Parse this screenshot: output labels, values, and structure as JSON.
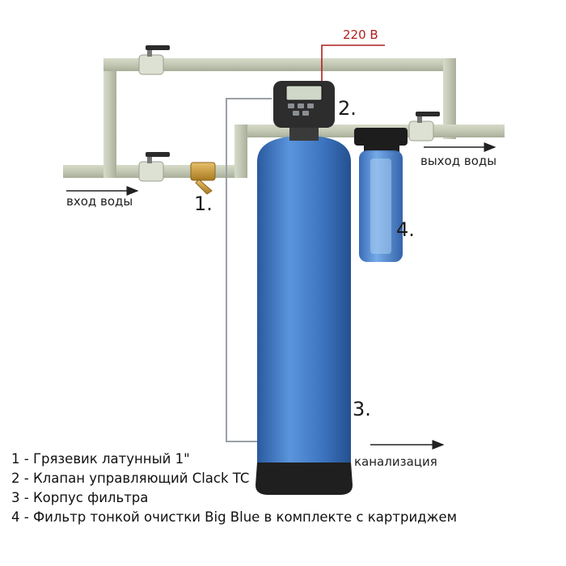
{
  "labels": {
    "power": "220 В",
    "water_in": "вход воды",
    "water_out": "выход воды",
    "drain": "канализация"
  },
  "markers": [
    "1.",
    "2.",
    "3.",
    "4."
  ],
  "legend": [
    "1 - Грязевик латунный 1\"",
    "2 - Клапан управляющий Clack TC",
    "3 - Корпус фильтра",
    "4 - Фильтр тонкой очистки Big Blue в комплекте с картриджем"
  ],
  "colors": {
    "pipe": "#c5cbb8",
    "pipe_edge": "#a9b09b",
    "tank": "#3f79c3",
    "tank_base": "#1f1f1f",
    "power_wire": "#b01e1e",
    "drain_line": "#9aa0a6",
    "cartridge_housing": "#3a6fbd",
    "brass": "#c99a3a"
  }
}
